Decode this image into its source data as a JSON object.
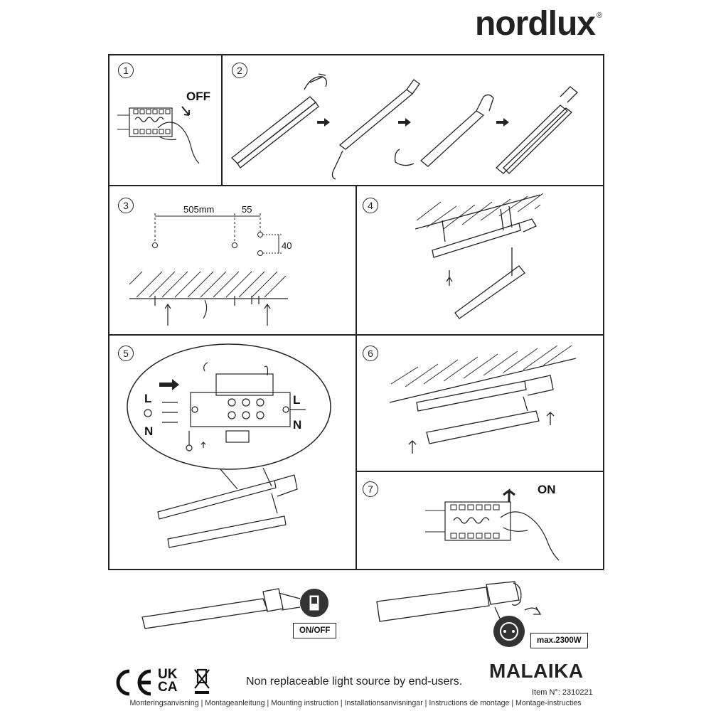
{
  "header": {
    "brand": "nordlux",
    "registered": "®"
  },
  "steps": [
    {
      "number": "1",
      "label": "OFF"
    },
    {
      "number": "2"
    },
    {
      "number": "3",
      "dim_main": "505mm",
      "dim_offset": "55",
      "dim_vertical": "40"
    },
    {
      "number": "4"
    },
    {
      "number": "5",
      "terminal_left": [
        "L",
        "N"
      ],
      "terminal_right": [
        "L",
        "N"
      ]
    },
    {
      "number": "6"
    },
    {
      "number": "7",
      "label": "ON"
    }
  ],
  "bottom": {
    "switch_label": "ON/OFF",
    "socket_label": "max.2300W"
  },
  "footer": {
    "notice": "Non replaceable light source by end-users.",
    "product": "MALAIKA",
    "item": "Item N°: 2310221",
    "languages": "Monteringsanvisning | Montageanleitung | Mounting instruction | Installationsanvisningar | Instructions de montage | Montage-instructies",
    "marks": [
      "CE",
      "UK CA"
    ]
  }
}
